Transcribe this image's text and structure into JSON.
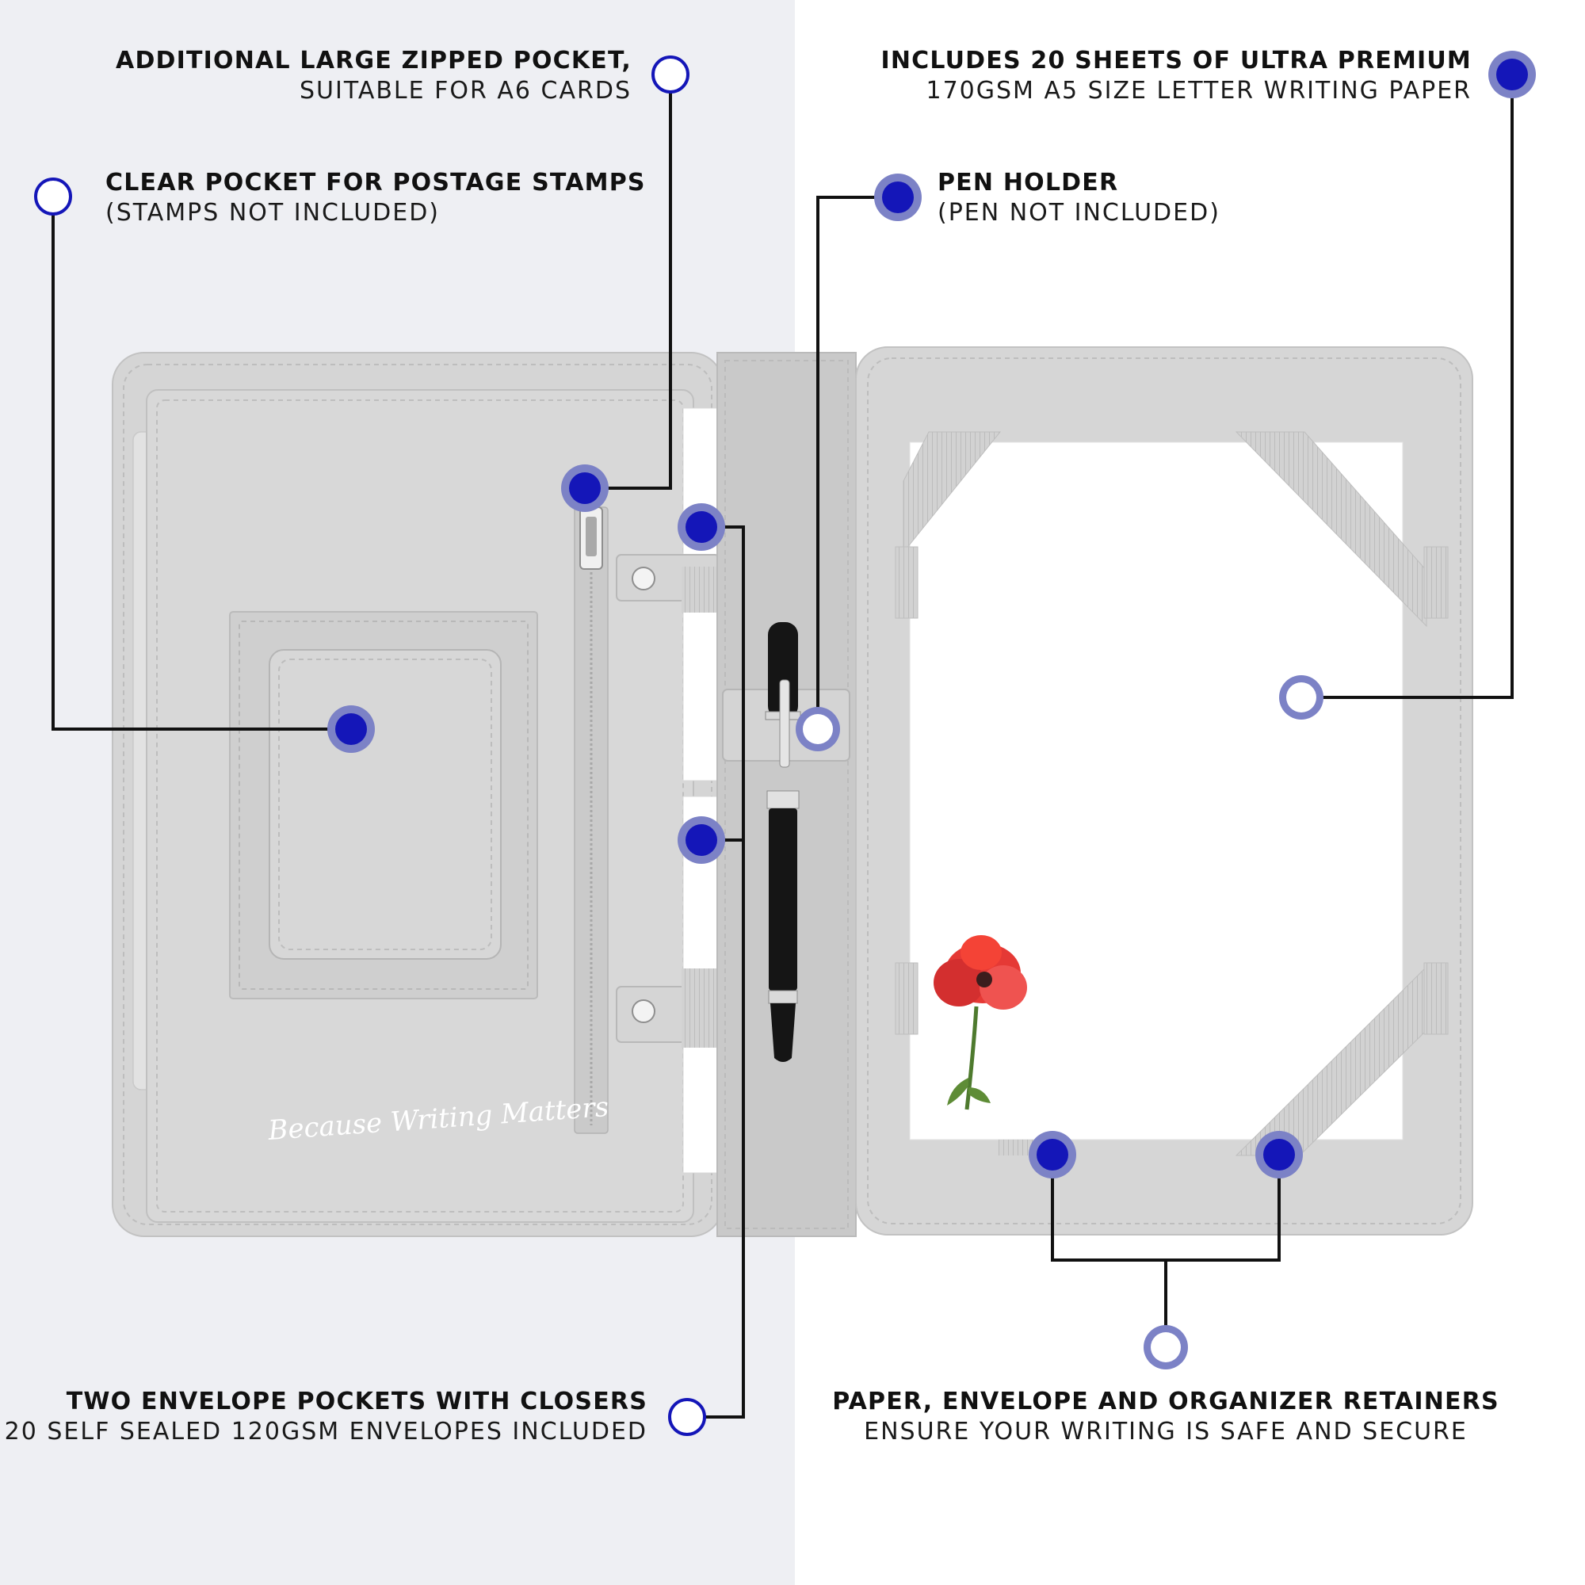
{
  "colors": {
    "left_background": "#EEEFF3",
    "right_background": "#FFFFFF",
    "leather": "#D6D6D6",
    "leather_dark": "#C4C4C4",
    "marker_blue": "#1416B8",
    "marker_ring": "#7C82C6",
    "line": "#111111",
    "poppy": "#E53935"
  },
  "callouts": {
    "zipped_pocket": {
      "title": "Additional large zipped pocket,",
      "subtitle": "Suitable for A6 Cards"
    },
    "stamp_pocket": {
      "title": "Clear pocket for postage stamps",
      "subtitle": "(Stamps not included)"
    },
    "writing_paper": {
      "title": "Includes 20 sheets of ultra premium",
      "subtitle": "170gsm A5 size letter writing paper"
    },
    "pen_holder": {
      "title": "Pen holder",
      "subtitle": "(Pen not included)"
    },
    "envelope_pockets": {
      "title": "Two envelope pockets with closers",
      "subtitle": "20 self sealed 120gsm envelopes included"
    },
    "retainers": {
      "title": "Paper, envelope and organizer retainers",
      "subtitle": "Ensure your writing is safe and secure"
    }
  },
  "brand": {
    "signature": "Because Writing Matters"
  },
  "icons": {
    "marker": "circle-marker-icon",
    "zipper": "zipper-icon",
    "snap_button": "snap-button-icon",
    "pen": "fountain-pen-icon",
    "flower": "poppy-flower-icon"
  }
}
